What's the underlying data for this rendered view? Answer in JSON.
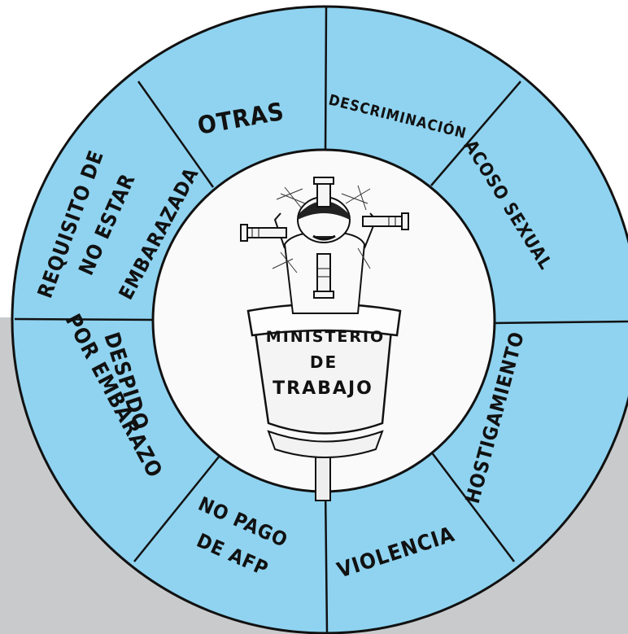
{
  "segments": {
    "otras": "OTRAS",
    "descriminacion": "DESCRIMINACIÓN",
    "acoso_sexual": "ACOSO SEXUAL",
    "hostigamiento": "HOSTIGAMIENTO",
    "violencia": "VIOLENCIA",
    "no_pago_1": "NO PAGO",
    "no_pago_2": "DE AFP",
    "despido_1": "DESPIDO",
    "despido_2": "POR EMBARAZO",
    "requisito_1": "REQUISITO DE",
    "requisito_2": "NO ESTAR",
    "requisito_3": "EMBARAZADA"
  },
  "center": {
    "pot_line1": "MINISTERIO",
    "pot_line2": "DE",
    "pot_line3": "TRABAJO"
  },
  "colors": {
    "wheel_fill": "#8fd3f0",
    "outline": "#111111",
    "center_fill": "#fafafa",
    "gray_band": "#c9cacc"
  }
}
